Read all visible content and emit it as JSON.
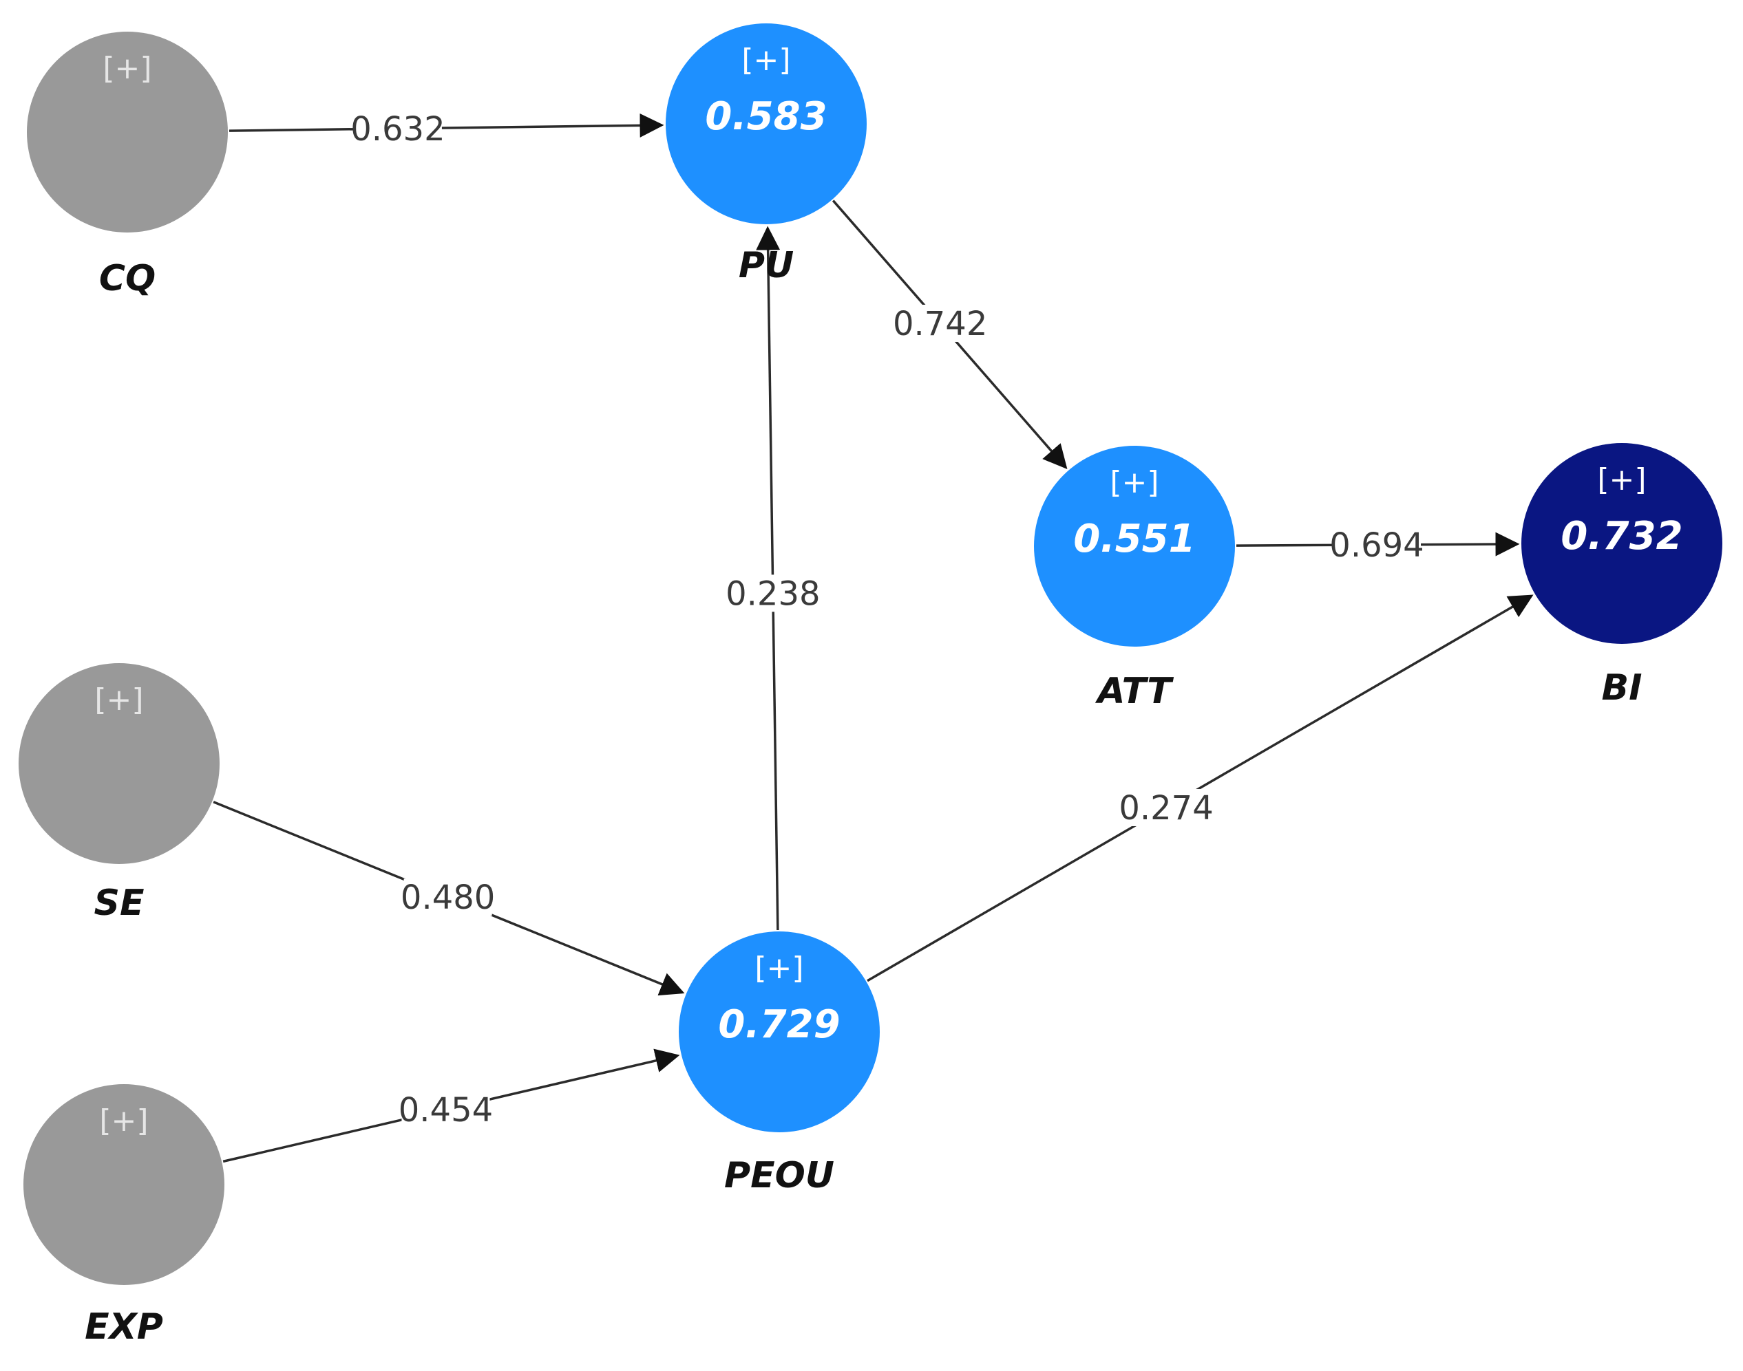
{
  "colors": {
    "exogenous": "#999999",
    "endogenous": "#1e90ff",
    "target": "#0a1682",
    "expand_on_grey": "#e6e6e6",
    "expand_on_blue": "#ffffff"
  },
  "expand_symbol": "[+]",
  "nodes": [
    {
      "id": "CQ",
      "label": "CQ",
      "kind": "exogenous",
      "r2": ""
    },
    {
      "id": "PU",
      "label": "PU",
      "kind": "endogenous",
      "r2": "0.583"
    },
    {
      "id": "ATT",
      "label": "ATT",
      "kind": "endogenous",
      "r2": "0.551"
    },
    {
      "id": "BI",
      "label": "BI",
      "kind": "target",
      "r2": "0.732"
    },
    {
      "id": "SE",
      "label": "SE",
      "kind": "exogenous",
      "r2": ""
    },
    {
      "id": "PEOU",
      "label": "PEOU",
      "kind": "endogenous",
      "r2": "0.729"
    },
    {
      "id": "EXP",
      "label": "EXP",
      "kind": "exogenous",
      "r2": ""
    }
  ],
  "paths": [
    {
      "from": "CQ",
      "to": "PU",
      "coefficient": "0.632"
    },
    {
      "from": "PU",
      "to": "ATT",
      "coefficient": "0.742"
    },
    {
      "from": "ATT",
      "to": "BI",
      "coefficient": "0.694"
    },
    {
      "from": "PEOU",
      "to": "PU",
      "coefficient": "0.238"
    },
    {
      "from": "PEOU",
      "to": "BI",
      "coefficient": "0.274"
    },
    {
      "from": "SE",
      "to": "PEOU",
      "coefficient": "0.480"
    },
    {
      "from": "EXP",
      "to": "PEOU",
      "coefficient": "0.454"
    }
  ]
}
